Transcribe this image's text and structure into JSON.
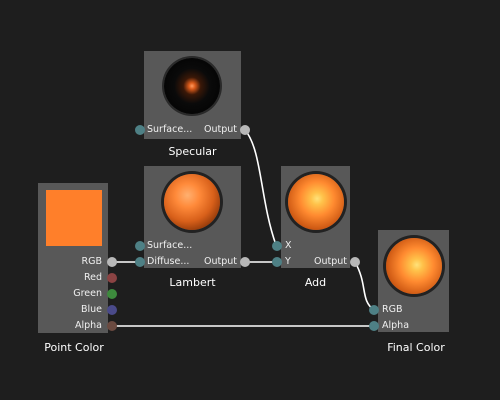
{
  "colors": {
    "background": "#1e1e1e",
    "node": "#585858",
    "wire": "#ffffff",
    "port_input": "#4e8085",
    "port_output": "#b8b8b8",
    "port_red": "#8b4343",
    "port_green": "#3d8a3d",
    "port_blue": "#4a4a8a",
    "port_alpha": "#6b4a40",
    "point_color_swatch": "#ff7f2a"
  },
  "nodes": {
    "specular": {
      "title": "Specular",
      "inputs": [
        "Surface..."
      ],
      "output": "Output"
    },
    "lambert": {
      "title": "Lambert",
      "inputs": [
        "Surface...",
        "Diffuse..."
      ],
      "output": "Output"
    },
    "add": {
      "title": "Add",
      "inputs": [
        "X",
        "Y"
      ],
      "output": "Output"
    },
    "point_color": {
      "title": "Point Color",
      "outputs": [
        "RGB",
        "Red",
        "Green",
        "Blue",
        "Alpha"
      ]
    },
    "final_color": {
      "title": "Final Color",
      "inputs": [
        "RGB",
        "Alpha"
      ]
    }
  }
}
